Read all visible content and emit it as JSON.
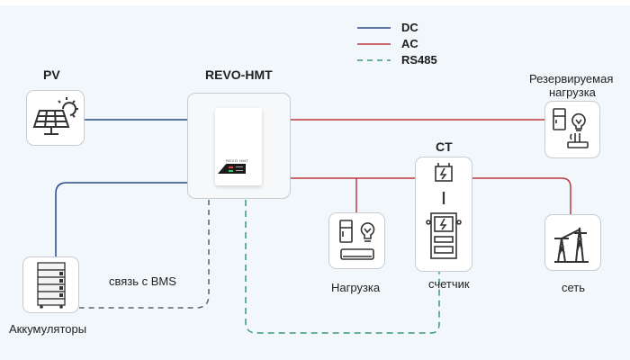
{
  "legend": [
    {
      "label": "DC",
      "color": "#2a4a8a",
      "style": "solid"
    },
    {
      "label": "AC",
      "color": "#c0383e",
      "style": "solid"
    },
    {
      "label": "RS485",
      "color": "#3a9a78",
      "style": "dashed"
    }
  ],
  "nodes": {
    "pv": {
      "label": "PV",
      "icon": "solar-panel-icon"
    },
    "inverter": {
      "label": "REVO-HMT",
      "device_text": "REVO HMT",
      "icon": "inverter-icon"
    },
    "backup_load": {
      "label_line1": "Резервируемая",
      "label_line2": "нагрузка",
      "icon": "appliances-router-icon"
    },
    "ct": {
      "label": "CT",
      "icon": "meter-icon"
    },
    "load": {
      "label": "Нагрузка",
      "icon": "appliances-ac-icon"
    },
    "grid": {
      "label": "сеть",
      "icon": "power-tower-icon"
    },
    "battery": {
      "label": "Аккумуляторы",
      "icon": "battery-stack-icon"
    }
  },
  "annotations": {
    "bms_link": "связь с BMS",
    "meter": "счетчик"
  }
}
